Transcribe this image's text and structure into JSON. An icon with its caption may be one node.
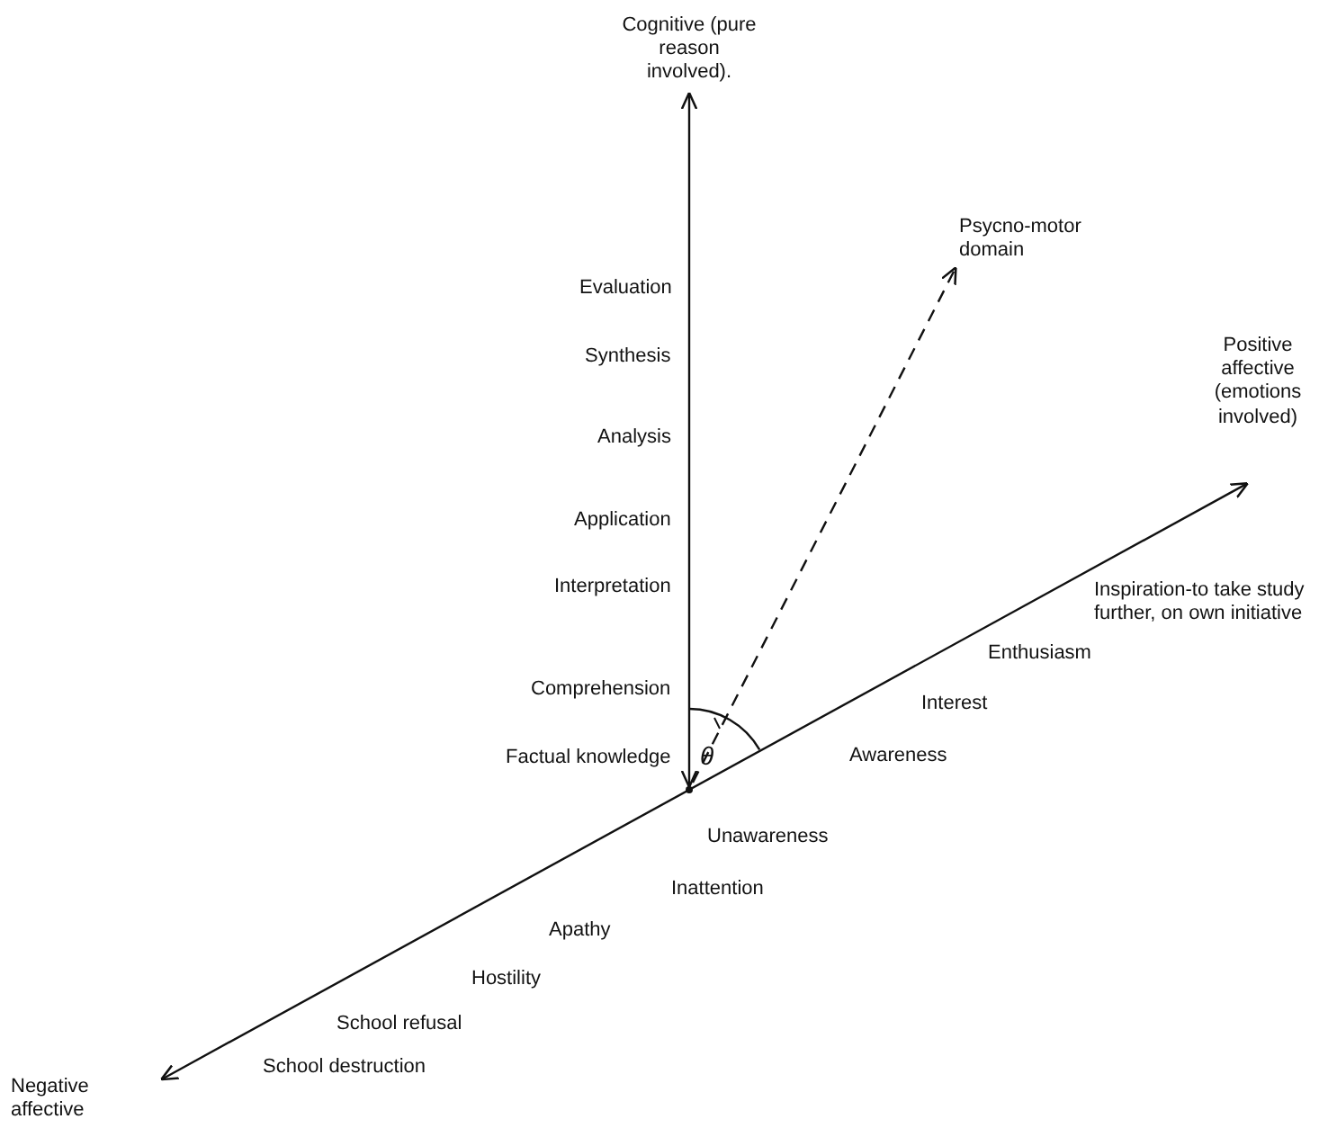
{
  "diagram": {
    "nodes": [
      {
        "text": [
          "Cognitive (pure reason involved)."
        ]
      },
      {
        "text": [
          "Psycno-motor domain"
        ]
      },
      {
        "text": [
          "Positive affective (emotions involved)"
        ]
      },
      {
        "text": [
          "Negative affective"
        ]
      },
      {
        "text": [],
        "shape": "point"
      }
    ],
    "edges": [
      {
        "from": 4,
        "to": 0,
        "arrow": "both"
      },
      {
        "from": 4,
        "to": 1,
        "arrow": "to",
        "style": "dashed"
      },
      {
        "from": 3,
        "to": 2,
        "arrow": "both"
      }
    ],
    "labels": [
      "Evaluation",
      "Synthesis",
      "Analysis",
      "Application",
      "Interpretation",
      "Inspiration-to take study further, on own initiative",
      "Enthusiasm",
      "Comprehension",
      "Interest",
      "Factual knowledge",
      "θ",
      "Awareness",
      "Unawareness",
      "Inattention",
      "Apathy",
      "Hostility",
      "School refusal",
      "School destruction"
    ]
  }
}
